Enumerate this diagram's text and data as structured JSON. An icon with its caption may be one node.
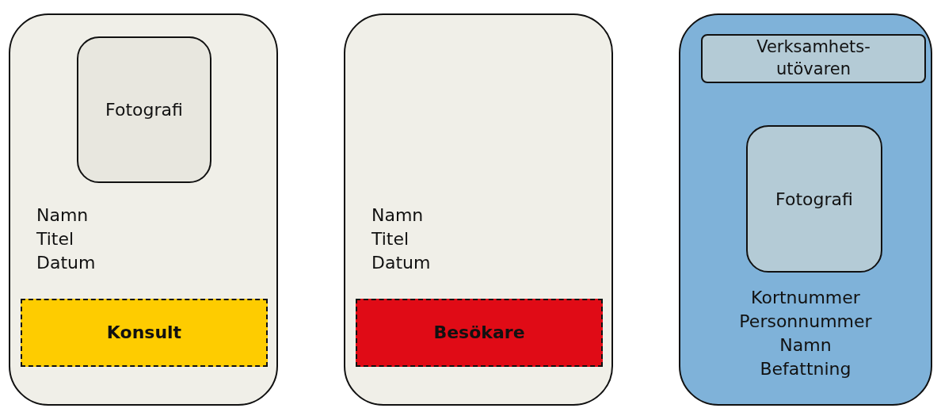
{
  "diagram": {
    "nodes": [
      {
        "text": [
          "Namn Titel Datum"
        ]
      },
      {
        "text": [
          "Fotografi"
        ],
        "in": 0
      },
      {
        "text": [
          "Konsult"
        ],
        "in": 0
      },
      {
        "text": [
          "Namn Titel Datum"
        ]
      },
      {
        "text": [
          "Besökare"
        ],
        "in": 3
      },
      {
        "text": [
          "Kortnummer Personnummer Namn Befattning"
        ]
      },
      {
        "text": [
          "Verksamhets-utövaren"
        ],
        "in": 5
      },
      {
        "text": [
          "Fotografi"
        ],
        "in": 5
      }
    ],
    "edges": []
  }
}
